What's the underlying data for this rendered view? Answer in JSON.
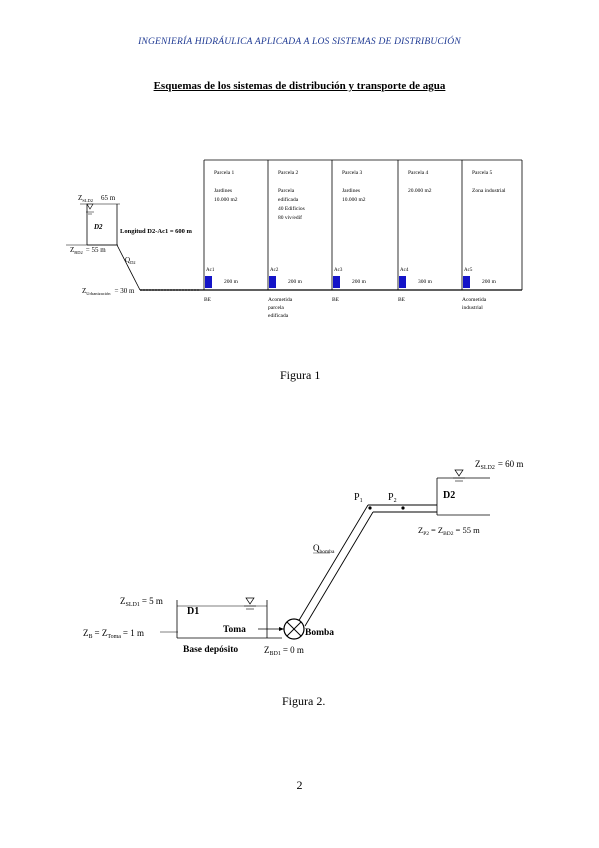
{
  "header": "INGENIERÍA HIDRÁULICA APLICADA A LOS SISTEMAS DE DISTRIBUCIÓN",
  "title": "Esquemas de los sistemas de distribución y transporte de agua",
  "figure1": {
    "caption": "Figura 1",
    "tank": {
      "name": "D2",
      "level_label": "Z",
      "level_sub": "SLD2",
      "level_value": "65 m",
      "base_label": "Z",
      "base_sub": "BD2",
      "base_value": "= 55 m",
      "flow": "Q",
      "flow_sub": "D2"
    },
    "pipe_length": "Longitud D2-Ac1 = 600 m",
    "datum": "Z",
    "datum_sub": "Urbanización",
    "datum_value": "= 30 m",
    "parcels": [
      {
        "name": "Parcela 1",
        "desc1": "Jardines",
        "desc2": "10.000 m2",
        "desc3": "",
        "node": "Ac1",
        "dist": "200 m",
        "bottom1": "BE",
        "bottom2": "",
        "bottom3": ""
      },
      {
        "name": "Parcela 2",
        "desc1": "Parcela",
        "desc2": "edificada",
        "desc3": "40 Edificios",
        "desc4": "80 viv/edif",
        "node": "Ac2",
        "dist": "200 m",
        "bottom1": "Acometida",
        "bottom2": "parcela",
        "bottom3": "edificada"
      },
      {
        "name": "Parcela 3",
        "desc1": "Jardines",
        "desc2": "10.000 m2",
        "desc3": "",
        "node": "Ac3",
        "dist": "200 m",
        "bottom1": "BE",
        "bottom2": "",
        "bottom3": ""
      },
      {
        "name": "Parcela 4",
        "desc1": "20.000 m2",
        "desc2": "",
        "desc3": "",
        "node": "Ac4",
        "dist": "300 m",
        "bottom1": "BE",
        "bottom2": "",
        "bottom3": ""
      },
      {
        "name": "Parcela 5",
        "desc1": "Zona industrial",
        "desc2": "",
        "desc3": "",
        "node": "Ac5",
        "dist": "200 m",
        "bottom1": "Acometida",
        "bottom2": "industrial",
        "bottom3": ""
      }
    ]
  },
  "figure2": {
    "caption": "Figura 2.",
    "d2": "D2",
    "d2_level": "Z",
    "d2_level_sub": "SLD2",
    "d2_level_value": "= 60 m",
    "d2_base": "Z",
    "d2_base_sub1": "P2",
    "d2_base_mid": "= Z",
    "d2_base_sub2": "BD2",
    "d2_base_value": "= 55 m",
    "p1": "P",
    "p1_sub": "1",
    "p2": "P",
    "p2_sub": "2",
    "flow": "Q",
    "flow_sub": "bomba",
    "d1": "D1",
    "d1_level": "Z",
    "d1_level_sub": "SLD1",
    "d1_level_value": "= 5 m",
    "zb": "Z",
    "zb_sub": "B",
    "zb_mid": "= Z",
    "zb_sub2": "Toma",
    "zb_value": "= 1 m",
    "toma": "Toma",
    "bomba": "Bomba",
    "base": "Base depósito",
    "zbd1": "Z",
    "zbd1_sub": "BD1",
    "zbd1_value": "= 0 m"
  },
  "page_number": "2",
  "colors": {
    "header": "#1f3a93",
    "node": "#1414c8"
  }
}
